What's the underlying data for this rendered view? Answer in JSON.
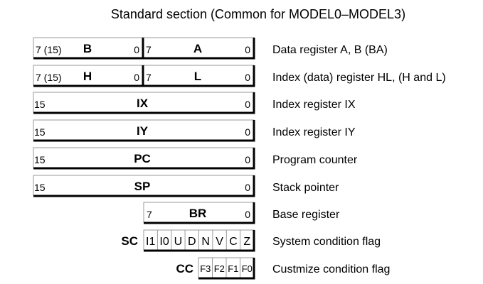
{
  "title": "Standard section (Common for MODEL0–MODEL3)",
  "rows": [
    {
      "halves": [
        {
          "high": "7 (15)",
          "name": "B",
          "low": "0"
        },
        {
          "high": "7",
          "name": "A",
          "low": "0"
        }
      ],
      "description": "Data register A, B (BA)"
    },
    {
      "halves": [
        {
          "high": "7 (15)",
          "name": "H",
          "low": "0"
        },
        {
          "high": "7",
          "name": "L",
          "low": "0"
        }
      ],
      "description": "Index (data) register HL, (H and L)"
    },
    {
      "high": "15",
      "name": "IX",
      "low": "0",
      "description": "Index register IX"
    },
    {
      "high": "15",
      "name": "IY",
      "low": "0",
      "description": "Index register IY"
    },
    {
      "high": "15",
      "name": "PC",
      "low": "0",
      "description": "Program counter"
    },
    {
      "high": "15",
      "name": "SP",
      "low": "0",
      "description": "Stack pointer"
    },
    {
      "high": "7",
      "name": "BR",
      "low": "0",
      "description": "Base register"
    }
  ],
  "sc": {
    "name": "SC",
    "bits": [
      "I1",
      "I0",
      "U",
      "D",
      "N",
      "V",
      "C",
      "Z"
    ],
    "description": "System condition flag"
  },
  "cc": {
    "name": "CC",
    "bits": [
      "F3",
      "F2",
      "F1",
      "F0"
    ],
    "description": "Custmize condition flag"
  }
}
